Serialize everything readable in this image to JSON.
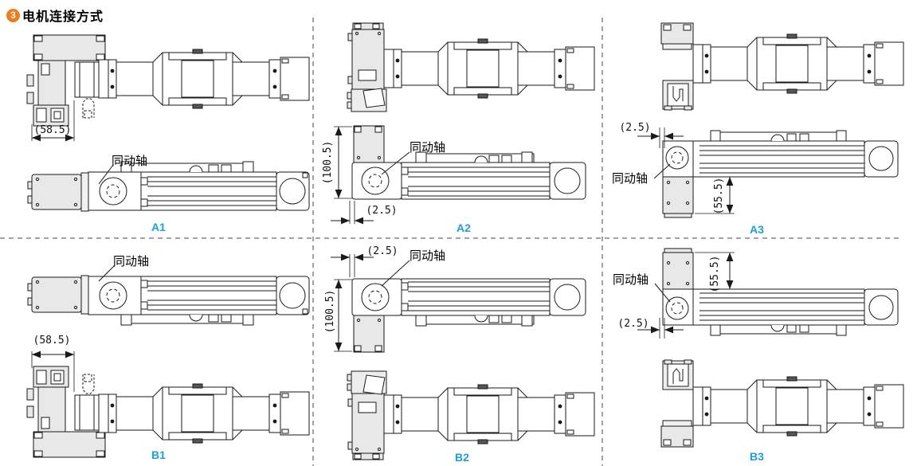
{
  "title": {
    "badge": "3",
    "text": "电机连接方式"
  },
  "panels": {
    "a1": {
      "label": "A1",
      "shaft_label": "同动轴",
      "dims": {
        "width": "(58.5)"
      }
    },
    "a2": {
      "label": "A2",
      "shaft_label": "同动轴",
      "dims": {
        "height": "(100.5)",
        "offset": "(2.5)"
      }
    },
    "a3": {
      "label": "A3",
      "shaft_label": "同动轴",
      "dims": {
        "offset": "(2.5)",
        "height": "(55.5)"
      }
    },
    "b1": {
      "label": "B1",
      "shaft_label": "同动轴",
      "dims": {
        "width": "(58.5)"
      }
    },
    "b2": {
      "label": "B2",
      "shaft_label": "同动轴",
      "dims": {
        "offset": "(2.5)",
        "height": "(100.5)"
      }
    },
    "b3": {
      "label": "B3",
      "shaft_label": "同动轴",
      "dims": {
        "height": "(55.5)",
        "offset": "(2.5)"
      }
    }
  },
  "colors": {
    "accent_orange": "#EF7D1A",
    "label_blue": "#1A9FE3"
  }
}
